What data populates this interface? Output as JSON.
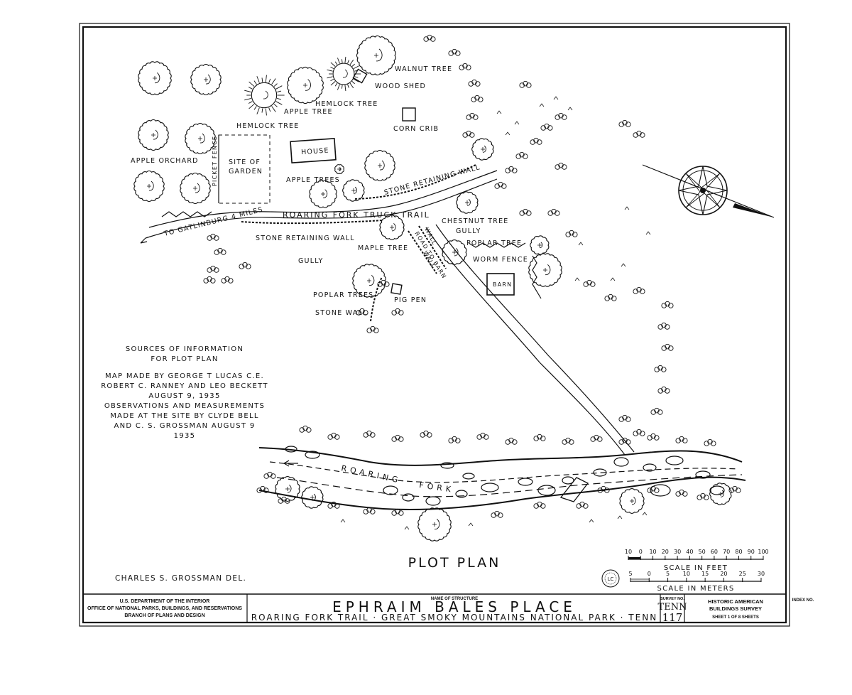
{
  "map": {
    "plot_title": "PLOT PLAN",
    "labels": {
      "walnut_tree": "WALNUT TREE",
      "wood_shed": "WOOD SHED",
      "hemlock_tree_1": "HEMLOCK TREE",
      "apple_tree": "APPLE TREE",
      "hemlock_tree_2": "HEMLOCK TREE",
      "corn_crib": "CORN CRIB",
      "apple_orchard": "APPLE ORCHARD",
      "picket_fence": "PICKET FENCE",
      "site_of": "SITE OF",
      "garden": "GARDEN",
      "house": "HOUSE",
      "apple_trees": "APPLE TREES",
      "stone_retaining_wall_upper": "STONE RETAINING WALL",
      "to_gatlinburg": "TO GATLINBURG 4 MILES",
      "truck_trail": "ROARING FORK TRUCK TRAIL",
      "stone_retaining_wall_lower": "STONE RETAINING WALL",
      "wall_1": "WALL",
      "road_to_barn": "ROAD TO BARN",
      "wall_2": "WALL",
      "chestnut_tree": "CHESTNUT TREE",
      "gully_right": "GULLY",
      "poplar_tree": "POPLAR TREE",
      "worm_fence": "WORM FENCE",
      "barn": "BARN",
      "maple_tree": "MAPLE TREE",
      "gully_left": "GULLY",
      "poplar_trees": "POPLAR TREES",
      "pig_pen": "PIG PEN",
      "stone_wall": "STONE WALL",
      "roaring": "ROARING",
      "fork": "FORK"
    },
    "sources": {
      "heading_1": "SOURCES OF INFORMATION",
      "heading_2": "FOR PLOT PLAN",
      "lines": [
        "MAP MADE BY GEORGE T LUCAS C.E.",
        "ROBERT C. RANNEY AND LEO BECKETT",
        "AUGUST 9, 1935",
        "OBSERVATIONS AND MEASUREMENTS",
        "MADE AT THE SITE BY CLYDE BELL",
        "AND C. S. GROSSMAN AUGUST 9",
        "1935"
      ]
    },
    "delineator": "CHARLES S. GROSSMAN DEL.",
    "scale_feet": {
      "ticks": [
        "10",
        "0",
        "10",
        "20",
        "30",
        "40",
        "50",
        "60",
        "70",
        "80",
        "90",
        "100"
      ],
      "label": "SCALE IN FEET"
    },
    "scale_meters": {
      "ticks": [
        "5",
        "0",
        "5",
        "10",
        "15",
        "20",
        "25",
        "30"
      ],
      "label": "SCALE IN METERS"
    },
    "seal_text": "LC"
  },
  "title_block": {
    "dept_line_1": "U.S. DEPARTMENT OF THE INTERIOR",
    "dept_line_2": "OFFICE OF NATIONAL PARKS, BUILDINGS, AND RESERVATIONS",
    "dept_line_3": "BRANCH OF PLANS AND DESIGN",
    "name_caption": "NAME OF STRUCTURE",
    "structure_name": "EPHRAIM BALES PLACE",
    "location": "ROARING FORK TRAIL · GREAT SMOKY MOUNTAINS NATIONAL PARK · TENN",
    "survey_caption": "SURVEY NO.",
    "survey_state": "TENN",
    "survey_number": "117",
    "habs_1": "HISTORIC AMERICAN",
    "habs_2": "BUILDINGS SURVEY",
    "sheet_text": "SHEET 1 OF 8 SHEETS",
    "index_caption": "INDEX NO."
  }
}
